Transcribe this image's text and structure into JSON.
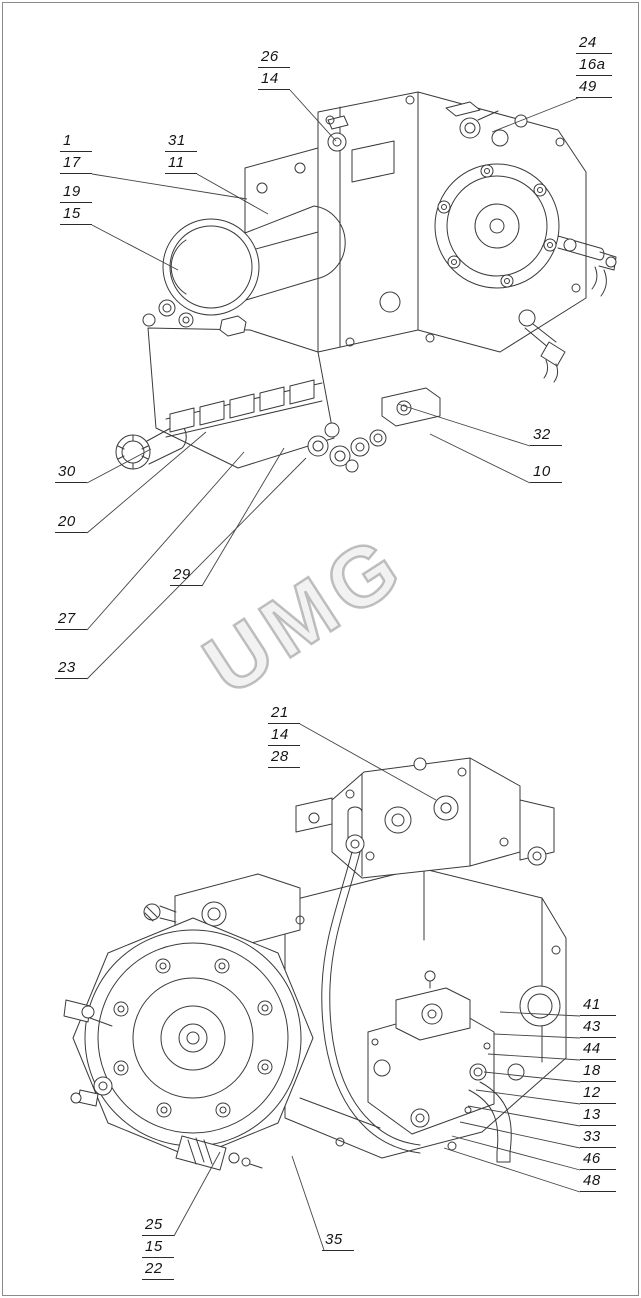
{
  "watermark": "UMG",
  "label_groups": [
    {
      "name": "26-14",
      "items": [
        "26",
        "14"
      ]
    },
    {
      "name": "24-16a-49",
      "items": [
        "24",
        "16a",
        "49"
      ]
    },
    {
      "name": "1-17",
      "items": [
        "1",
        "17"
      ]
    },
    {
      "name": "31-11",
      "items": [
        "31",
        "11"
      ]
    },
    {
      "name": "19-15",
      "items": [
        "19",
        "15"
      ]
    },
    {
      "name": "32",
      "items": [
        "32"
      ]
    },
    {
      "name": "10",
      "items": [
        "10"
      ]
    },
    {
      "name": "30",
      "items": [
        "30"
      ]
    },
    {
      "name": "20",
      "items": [
        "20"
      ]
    },
    {
      "name": "29",
      "items": [
        "29"
      ]
    },
    {
      "name": "27",
      "items": [
        "27"
      ]
    },
    {
      "name": "23",
      "items": [
        "23"
      ]
    },
    {
      "name": "21-14-28",
      "items": [
        "21",
        "14",
        "28"
      ]
    },
    {
      "name": "right-column",
      "items": [
        "41",
        "43",
        "44",
        "18",
        "12",
        "13",
        "33",
        "46",
        "48"
      ]
    },
    {
      "name": "25-15-22",
      "items": [
        "25",
        "15",
        "22"
      ]
    },
    {
      "name": "35",
      "items": [
        "35"
      ]
    }
  ]
}
